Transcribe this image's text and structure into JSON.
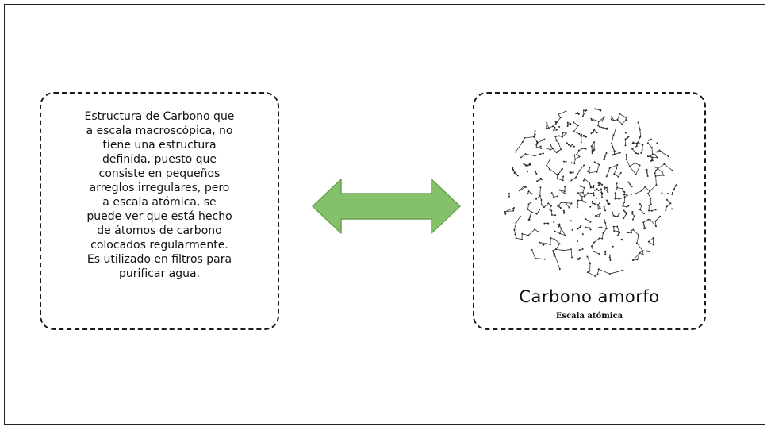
{
  "description": {
    "lines": [
      "Estructura de Carbono que",
      "a escala macroscópica, no",
      "tiene una estructura",
      "definida, puesto que",
      "consiste en pequeños",
      "arreglos irregulares, pero",
      "a escala atómica, se",
      "puede ver que está hecho",
      "de átomos de carbono",
      "colocados regularmente.",
      "Es utilizado en filtros para",
      "purificar agua."
    ]
  },
  "image_card": {
    "title": "Carbono amorfo",
    "subtitle": "Escala atómica",
    "image_icon": "amorphous-carbon-network-icon"
  },
  "arrow": {
    "icon": "double-headed-arrow-icon",
    "color": "#84c16a",
    "stroke": "#6aa352"
  }
}
